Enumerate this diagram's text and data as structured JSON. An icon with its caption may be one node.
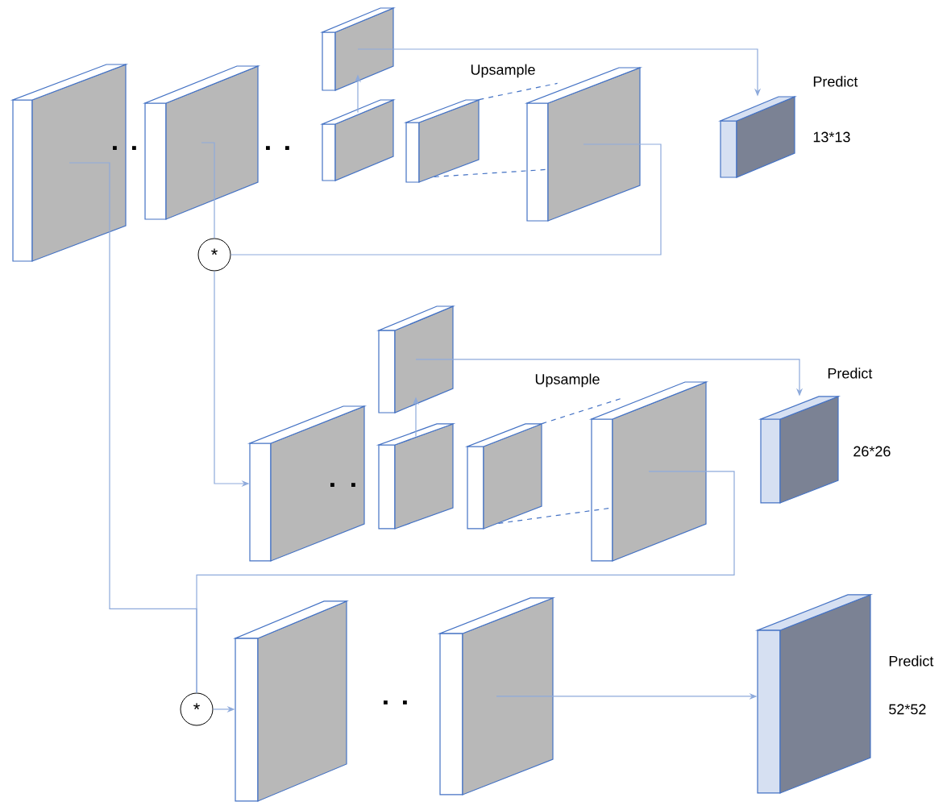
{
  "diagram": {
    "nodes": [
      {
        "text": [],
        "shape": "box"
      },
      {
        "text": [],
        "shape": "box"
      },
      {
        "text": [],
        "shape": "box"
      },
      {
        "text": [],
        "shape": "box"
      },
      {
        "text": [],
        "shape": "box"
      },
      {
        "text": [],
        "shape": "box"
      },
      {
        "text": [],
        "shape": "box",
        "beside": [
          "Predict",
          "13*13"
        ]
      },
      {
        "text": [
          "*"
        ]
      },
      {
        "text": [],
        "shape": "box"
      },
      {
        "text": [],
        "shape": "box"
      },
      {
        "text": [],
        "shape": "box"
      },
      {
        "text": [],
        "shape": "box"
      },
      {
        "text": [],
        "shape": "box"
      },
      {
        "text": [],
        "shape": "box",
        "beside": [
          "Predict",
          "26*26"
        ]
      },
      {
        "text": [
          "*"
        ]
      },
      {
        "text": [],
        "shape": "box"
      },
      {
        "text": [],
        "shape": "box"
      },
      {
        "text": [],
        "shape": "box",
        "beside": [
          "Predict",
          "52*52"
        ]
      }
    ],
    "edges": [
      {
        "from": 3,
        "to": 2,
        "arrow": "to"
      },
      {
        "from": 2,
        "to": 6,
        "arrow": "to"
      },
      {
        "from": 1,
        "to": 7,
        "arrow": "none"
      },
      {
        "from": 5,
        "to": 7,
        "arrow": "none"
      },
      {
        "from": 4,
        "to": 5,
        "arrow": "none",
        "style": "dashed"
      },
      {
        "from": 4,
        "to": 5,
        "arrow": "none",
        "style": "dashed"
      },
      {
        "from": 7,
        "to": 9,
        "arrow": "to"
      },
      {
        "from": 10,
        "to": 8,
        "arrow": "to"
      },
      {
        "from": 8,
        "to": 13,
        "arrow": "to"
      },
      {
        "from": 11,
        "to": 12,
        "arrow": "none",
        "style": "dashed"
      },
      {
        "from": 11,
        "to": 12,
        "arrow": "none",
        "style": "dashed"
      },
      {
        "from": 0,
        "to": 14,
        "arrow": "none"
      },
      {
        "from": 12,
        "to": 14,
        "arrow": "none"
      },
      {
        "from": 14,
        "to": 15,
        "arrow": "to"
      },
      {
        "from": 16,
        "to": 17,
        "arrow": "to"
      }
    ],
    "labels": [
      "Upsample",
      "Upsample"
    ]
  }
}
